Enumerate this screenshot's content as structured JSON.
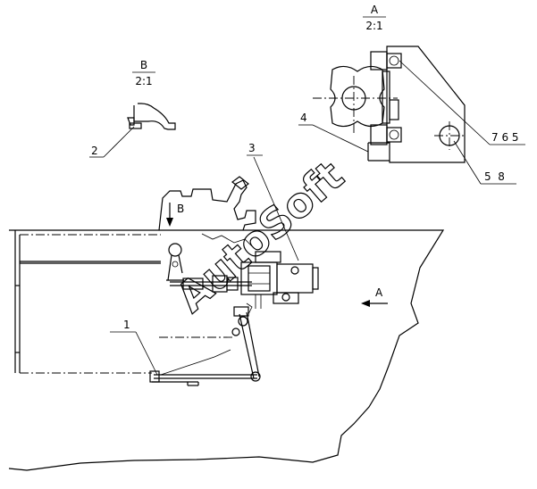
{
  "views": {
    "detail_a": {
      "letter": "A",
      "scale": "2:1"
    },
    "detail_b": {
      "letter": "B",
      "scale": "2:1"
    }
  },
  "callouts": {
    "c1": "1",
    "c2": "2",
    "c3": "3",
    "c4": "4",
    "c765": "7 6 5",
    "c58": "5  8"
  },
  "view_markers": {
    "b_arrow_letter": "B",
    "a_arrow_letter": "A"
  },
  "watermark": "AutoSoft"
}
